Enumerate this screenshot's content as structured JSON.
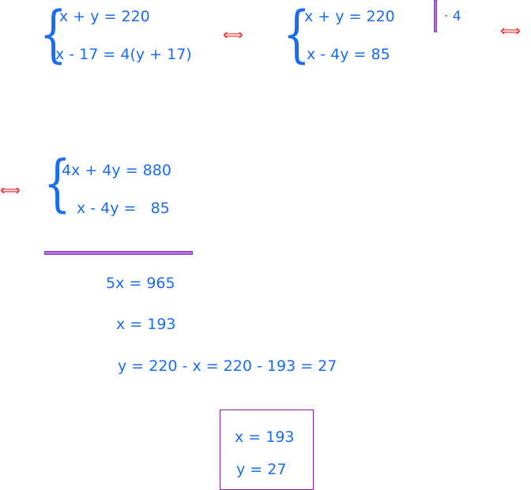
{
  "system1": {
    "eq1": "x + y = 220",
    "eq2": "x - 17 = 4(y + 17)"
  },
  "system2": {
    "eq1": "x + y = 220",
    "eq2": "x - 4y = 85",
    "multiplier": "· 4"
  },
  "system3": {
    "eq1": "4x + 4y = 880",
    "eq2": "x - 4y =   85"
  },
  "equivalence_symbol": "⟺",
  "steps": [
    "5x = 965",
    "x = 193",
    "y = 220 - x = 220 - 193 = 27"
  ],
  "result": {
    "x": "x = 193",
    "y": "y = 27"
  },
  "colors": {
    "text": "#1a6cf0",
    "arrow": "#f02020",
    "line": "#b070e0",
    "box": "#8a1a9a"
  }
}
